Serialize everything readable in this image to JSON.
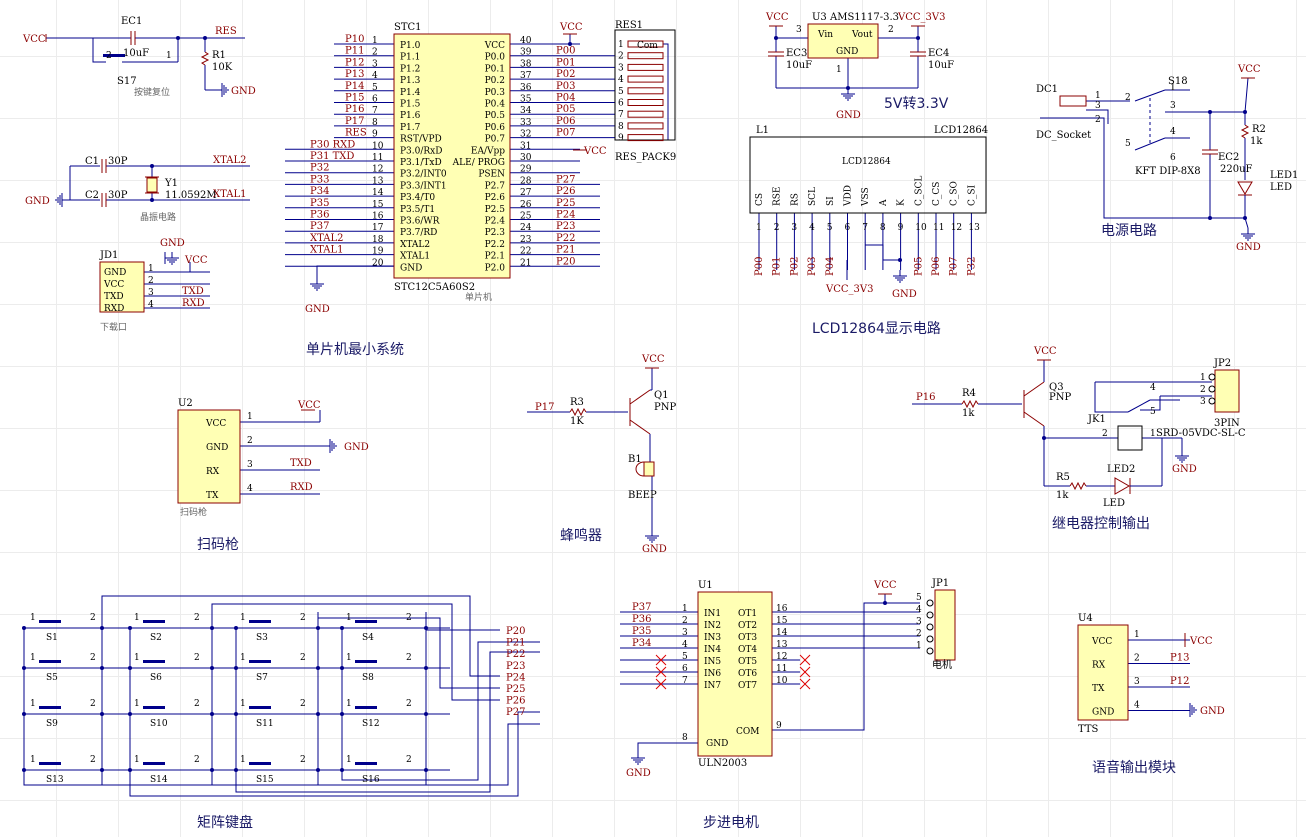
{
  "sections": {
    "mcu": "单片机最小系统",
    "lcd": "LCD12864显示电路",
    "power": "电源电路",
    "scanner": "扫码枪",
    "buzzer": "蜂鸣器",
    "relay": "继电器控制输出",
    "keypad": "矩阵键盘",
    "stepper": "步进电机",
    "voice": "语音输出模块",
    "regulator": "5V转3.3V"
  },
  "nets": {
    "vcc": "VCC",
    "gnd": "GND",
    "res": "RES",
    "xtal1": "XTAL1",
    "xtal2": "XTAL2",
    "txd": "TXD",
    "rxd": "RXD",
    "vcc33": "VCC_3V3"
  },
  "reset": {
    "cap": "EC1",
    "cap_val": "10uF",
    "switch": "S17",
    "res": "R1",
    "res_val": "10K",
    "note": "按键复位",
    "p2": "2",
    "p1": "1"
  },
  "crystal": {
    "c1": "C1",
    "c1_val": "30P",
    "c2": "C2",
    "c2_val": "30P",
    "y": "Y1",
    "y_val": "11.0592M",
    "note": "晶振电路"
  },
  "jd1": {
    "ref": "JD1",
    "pins": [
      "GND",
      "VCC",
      "TXD",
      "RXD"
    ],
    "nums": [
      "1",
      "2",
      "3",
      "4"
    ],
    "note": "下载口"
  },
  "stc": {
    "ref": "STC1",
    "part": "STC12C5A60S2",
    "note": "单片机",
    "left_pins": [
      "P1.0",
      "P1.1",
      "P1.2",
      "P1.3",
      "P1.4",
      "P1.5",
      "P1.6",
      "P1.7",
      "RST/VPD",
      "P3.0/RxD",
      "P3.1/TxD",
      "P3.2/INT0",
      "P3.3/INT1",
      "P3.4/T0",
      "P3.5/T1",
      "P3.6/WR",
      "P3.7/RD",
      "XTAL2",
      "XTAL1",
      "GND"
    ],
    "left_nums": [
      "1",
      "2",
      "3",
      "4",
      "5",
      "6",
      "7",
      "8",
      "9",
      "10",
      "11",
      "12",
      "13",
      "14",
      "15",
      "16",
      "17",
      "18",
      "19",
      "20"
    ],
    "left_nets": [
      "P10",
      "P11",
      "P12",
      "P13",
      "P14",
      "P15",
      "P16",
      "P17",
      "RES",
      "P30  RXD",
      "P31  TXD",
      "P32",
      "P33",
      "P34",
      "P35",
      "P36",
      "P37",
      "XTAL2",
      "XTAL1",
      ""
    ],
    "right_pins": [
      "VCC",
      "P0.0",
      "P0.1",
      "P0.2",
      "P0.3",
      "P0.4",
      "P0.5",
      "P0.6",
      "P0.7",
      "EA/Vpp",
      "ALE/ PROG",
      "PSEN",
      "P2.7",
      "P2.6",
      "P2.5",
      "P2.4",
      "P2.3",
      "P2.2",
      "P2.1",
      "P2.0"
    ],
    "right_nums": [
      "40",
      "39",
      "38",
      "37",
      "36",
      "35",
      "34",
      "33",
      "32",
      "31",
      "30",
      "29",
      "28",
      "27",
      "26",
      "25",
      "24",
      "23",
      "22",
      "21"
    ],
    "right_nets": [
      "",
      "P00",
      "P01",
      "P02",
      "P03",
      "P04",
      "P05",
      "P06",
      "P07",
      "",
      "",
      "",
      "P27",
      "P26",
      "P25",
      "P24",
      "P23",
      "P22",
      "P21",
      "P20"
    ]
  },
  "respack": {
    "ref": "RES1",
    "name": "RES_PACK9",
    "com": "Com",
    "nums": [
      "1",
      "2",
      "3",
      "4",
      "5",
      "6",
      "7",
      "8",
      "9"
    ]
  },
  "regulator": {
    "ref": "U3",
    "part": "AMS1117-3.3",
    "vin": "Vin",
    "vout": "Vout",
    "gnd": "GND",
    "pin3": "3",
    "pin2": "2",
    "pin1": "1",
    "ec3": "EC3",
    "ec3_val": "10uF",
    "ec4": "EC4",
    "ec4_val": "10uF",
    "out": "VCC_3V3"
  },
  "lcd": {
    "ref": "L1",
    "name": "LCD12864",
    "label": "LCD12864",
    "pins": [
      "CS",
      "RSE",
      "RS",
      "SCL",
      "SI",
      "VDD",
      "VSS",
      "A",
      "K",
      "C_SCL",
      "C_CS",
      "C_SO",
      "C_SI"
    ],
    "nums": [
      "1",
      "2",
      "3",
      "4",
      "5",
      "6",
      "7",
      "8",
      "9",
      "10",
      "11",
      "12",
      "13"
    ],
    "nets": [
      "P00",
      "P01",
      "P02",
      "P03",
      "P04",
      "",
      "",
      "",
      "",
      "P05",
      "P06",
      "P07",
      "P32"
    ]
  },
  "power": {
    "dc": "DC1",
    "dc_name": "DC_Socket",
    "switch": "S18",
    "switch_name": "KFT DIP-8X8",
    "r2": "R2",
    "r2_val": "1k",
    "ec2": "EC2",
    "ec2_val": "220uF",
    "led": "LED1",
    "led_name": "LED",
    "pins": [
      "1",
      "2",
      "3",
      "4",
      "5",
      "6"
    ],
    "dc_pins": [
      "1",
      "3",
      "2"
    ]
  },
  "scanner": {
    "ref": "U2",
    "pins": [
      "VCC",
      "GND",
      "RX",
      "TX"
    ],
    "nums": [
      "1",
      "2",
      "3",
      "4"
    ],
    "note": "扫码枪"
  },
  "buzzer": {
    "q": "Q1",
    "q_type": "PNP",
    "r": "R3",
    "r_val": "1K",
    "b": "B1",
    "b_name": "BEEP",
    "net_in": "P17"
  },
  "relay": {
    "q": "Q3",
    "q_type": "PNP",
    "r4": "R4",
    "r4_val": "1k",
    "r5": "R5",
    "r5_val": "1k",
    "led": "LED2",
    "led_name": "LED",
    "jk": "JK1",
    "jk_part": "SRD-05VDC-SL-C",
    "jp": "JP2",
    "jp_name": "3PIN",
    "net_in": "P16",
    "pins": [
      "1",
      "2",
      "3",
      "4",
      "5"
    ]
  },
  "keypad": {
    "switches": [
      "S1",
      "S2",
      "S3",
      "S4",
      "S5",
      "S6",
      "S7",
      "S8",
      "S9",
      "S10",
      "S11",
      "S12",
      "S13",
      "S14",
      "S15",
      "S16"
    ],
    "nets": [
      "P20",
      "P21",
      "P22",
      "P23",
      "P24",
      "P25",
      "P26",
      "P27"
    ],
    "p1": "1",
    "p2": "2"
  },
  "stepper": {
    "ref": "U1",
    "part": "ULN2003",
    "jp": "JP1",
    "jp_name": "电机",
    "inputs": [
      "IN1",
      "IN2",
      "IN3",
      "IN4",
      "IN5",
      "IN6",
      "IN7"
    ],
    "in_nums": [
      "1",
      "2",
      "3",
      "4",
      "5",
      "6",
      "7"
    ],
    "outputs": [
      "OT1",
      "OT2",
      "OT3",
      "OT4",
      "OT5",
      "OT6",
      "OT7"
    ],
    "out_nums": [
      "16",
      "15",
      "14",
      "13",
      "12",
      "11",
      "10"
    ],
    "nets": [
      "P37",
      "P36",
      "P35",
      "P34"
    ],
    "gnd": "GND",
    "com": "COM",
    "gnd_num": "8",
    "com_num": "9",
    "jp_nums": [
      "5",
      "4",
      "3",
      "2",
      "1"
    ]
  },
  "voice": {
    "ref": "U4",
    "name": "TTS",
    "pins": [
      "VCC",
      "RX",
      "TX",
      "GND"
    ],
    "nums": [
      "1",
      "2",
      "3",
      "4"
    ],
    "nets": [
      "VCC",
      "P13",
      "P12",
      "GND"
    ]
  }
}
